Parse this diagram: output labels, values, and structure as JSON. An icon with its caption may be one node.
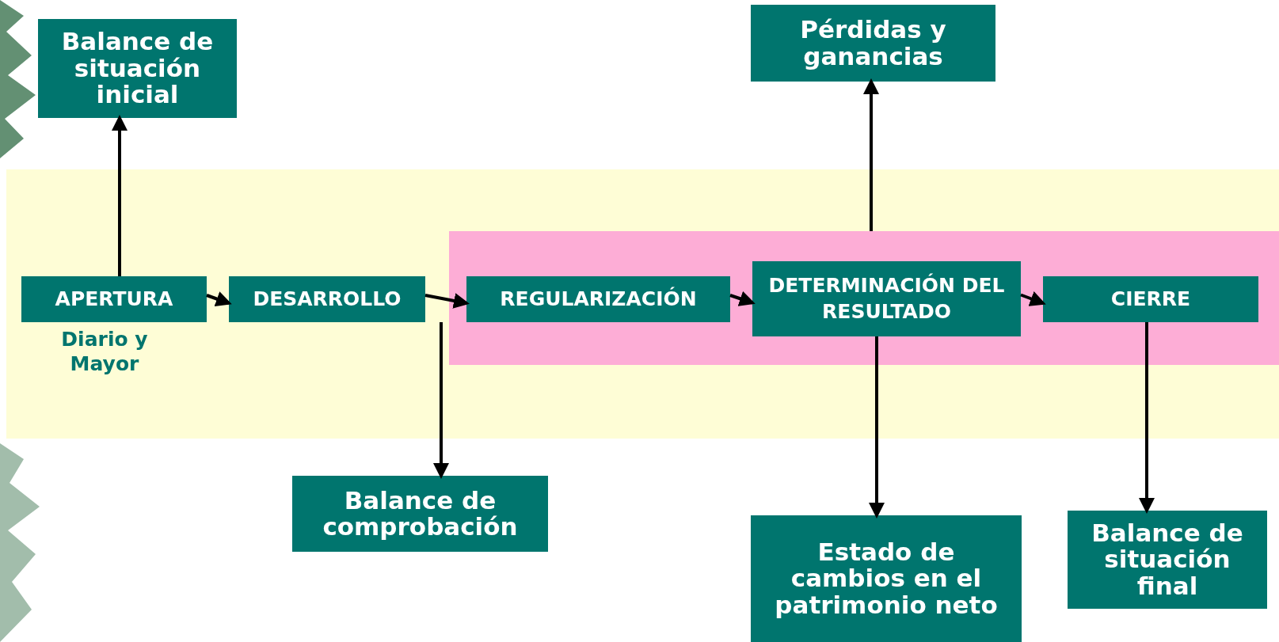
{
  "diagram": {
    "nodes": [
      {
        "text": [
          "Balance de situación inicial"
        ]
      },
      {
        "text": [
          "Pérdidas y ganancias"
        ]
      },
      {
        "text": [],
        "shape": "box"
      },
      {
        "text": [],
        "shape": "box",
        "in": 2
      },
      {
        "text": [
          "APERTURA"
        ],
        "in": 2,
        "beside": [
          "Diario y Mayor"
        ]
      },
      {
        "text": [
          "DESARROLLO"
        ],
        "in": 2
      },
      {
        "text": [
          "REGULARIZACIÓN"
        ],
        "in": 3
      },
      {
        "text": [
          "DETERMINACIÓN DEL RESULTADO"
        ],
        "in": 3
      },
      {
        "text": [
          "CIERRE"
        ],
        "in": 3
      },
      {
        "text": [
          "Balance de comprobación"
        ]
      },
      {
        "text": [
          "Estado de cambios en el patrimonio neto"
        ]
      },
      {
        "text": [
          "Balance de situación final"
        ]
      }
    ],
    "edges": [
      {
        "from": 4,
        "to": 0,
        "arrow": "to"
      },
      {
        "from": 4,
        "to": 5,
        "arrow": "to"
      },
      {
        "from": 5,
        "to": 6,
        "arrow": "to"
      },
      {
        "from": 6,
        "to": 7,
        "arrow": "to"
      },
      {
        "from": 7,
        "to": 8,
        "arrow": "to"
      },
      {
        "from": 7,
        "to": 1,
        "arrow": "to"
      },
      {
        "from": 5,
        "to": 9,
        "arrow": "to"
      },
      {
        "from": 7,
        "to": 10,
        "arrow": "to"
      },
      {
        "from": 8,
        "to": 11,
        "arrow": "to"
      }
    ]
  }
}
